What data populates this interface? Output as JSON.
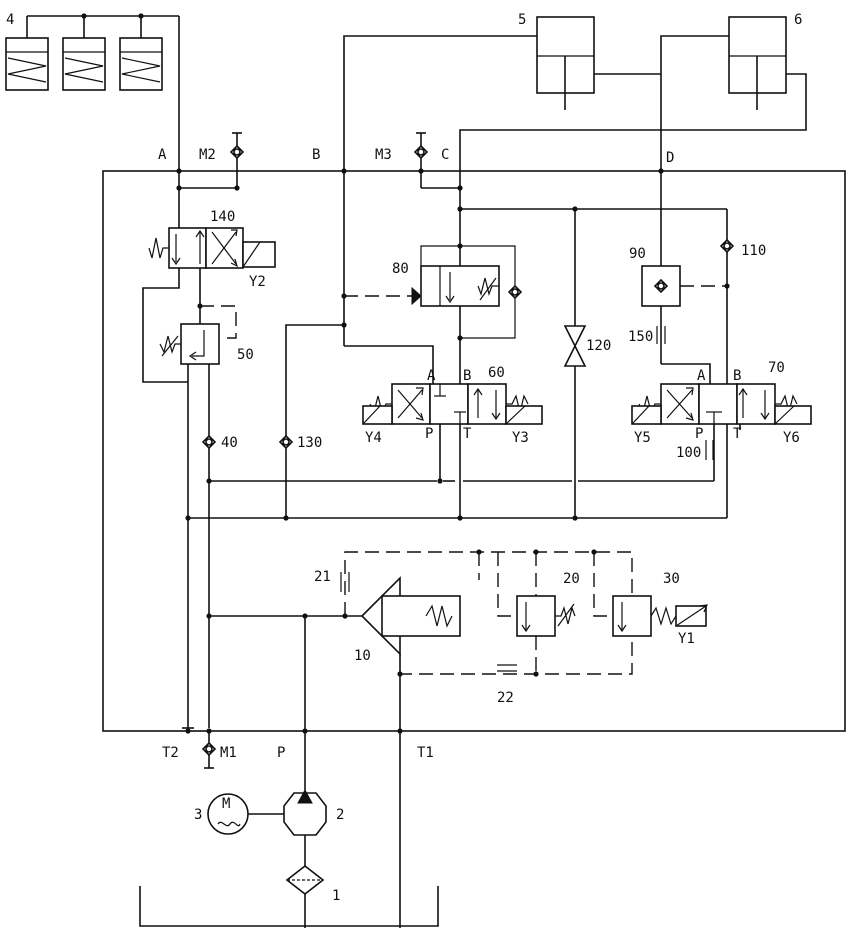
{
  "labels": {
    "n1": "1",
    "n2": "2",
    "n3": "3",
    "n4": "4",
    "n5": "5",
    "n6": "6",
    "n10": "10",
    "n20": "20",
    "n21": "21",
    "n22": "22",
    "n30": "30",
    "n40": "40",
    "n50": "50",
    "n60": "60",
    "n70": "70",
    "n80": "80",
    "n90": "90",
    "n100": "100",
    "n110": "110",
    "n120": "120",
    "n130": "130",
    "n140": "140",
    "n150": "150",
    "portA": "A",
    "portB": "B",
    "portC": "C",
    "portD": "D",
    "m1": "M1",
    "m2": "M2",
    "m3": "M3",
    "p": "P",
    "t1": "T1",
    "t2": "T2",
    "y1": "Y1",
    "y2": "Y2",
    "y3": "Y3",
    "y4": "Y4",
    "y5": "Y5",
    "y6": "Y6",
    "v60A": "A",
    "v60B": "B",
    "v60P": "P",
    "v60T": "T",
    "v70A": "A",
    "v70B": "B",
    "v70P": "P",
    "v70T": "T",
    "motor": "M"
  }
}
